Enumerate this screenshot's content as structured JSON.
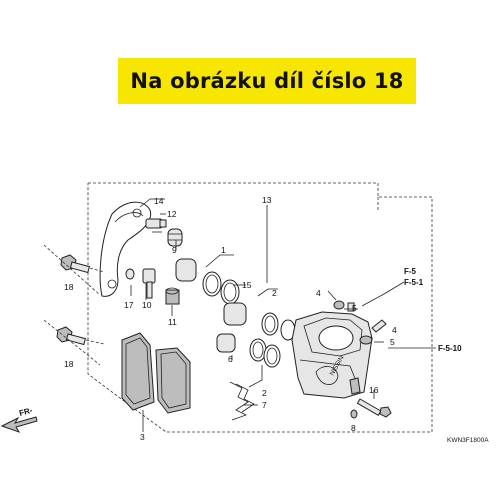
{
  "banner": {
    "text": "Na obrázku díl číslo 18"
  },
  "callouts": {
    "p1": "1",
    "p2a": "2",
    "p2b": "2",
    "p3": "3",
    "p4a": "4",
    "p4b": "4",
    "p5a": "5",
    "p5b": "5",
    "p6": "6",
    "p7": "7",
    "p8": "8",
    "p9": "9",
    "p10": "10",
    "p11": "11",
    "p12": "12",
    "p13": "13",
    "p14": "14",
    "p15": "15",
    "p16": "16",
    "p17": "17",
    "p18a": "18",
    "p18b": "18"
  },
  "refs": {
    "f5": "F-5",
    "f51": "F-5-1",
    "f510": "F-5-10",
    "fr": "FR-"
  },
  "diagram_code": "KWN3F1800A",
  "caliper_stamp": "NISSIN"
}
